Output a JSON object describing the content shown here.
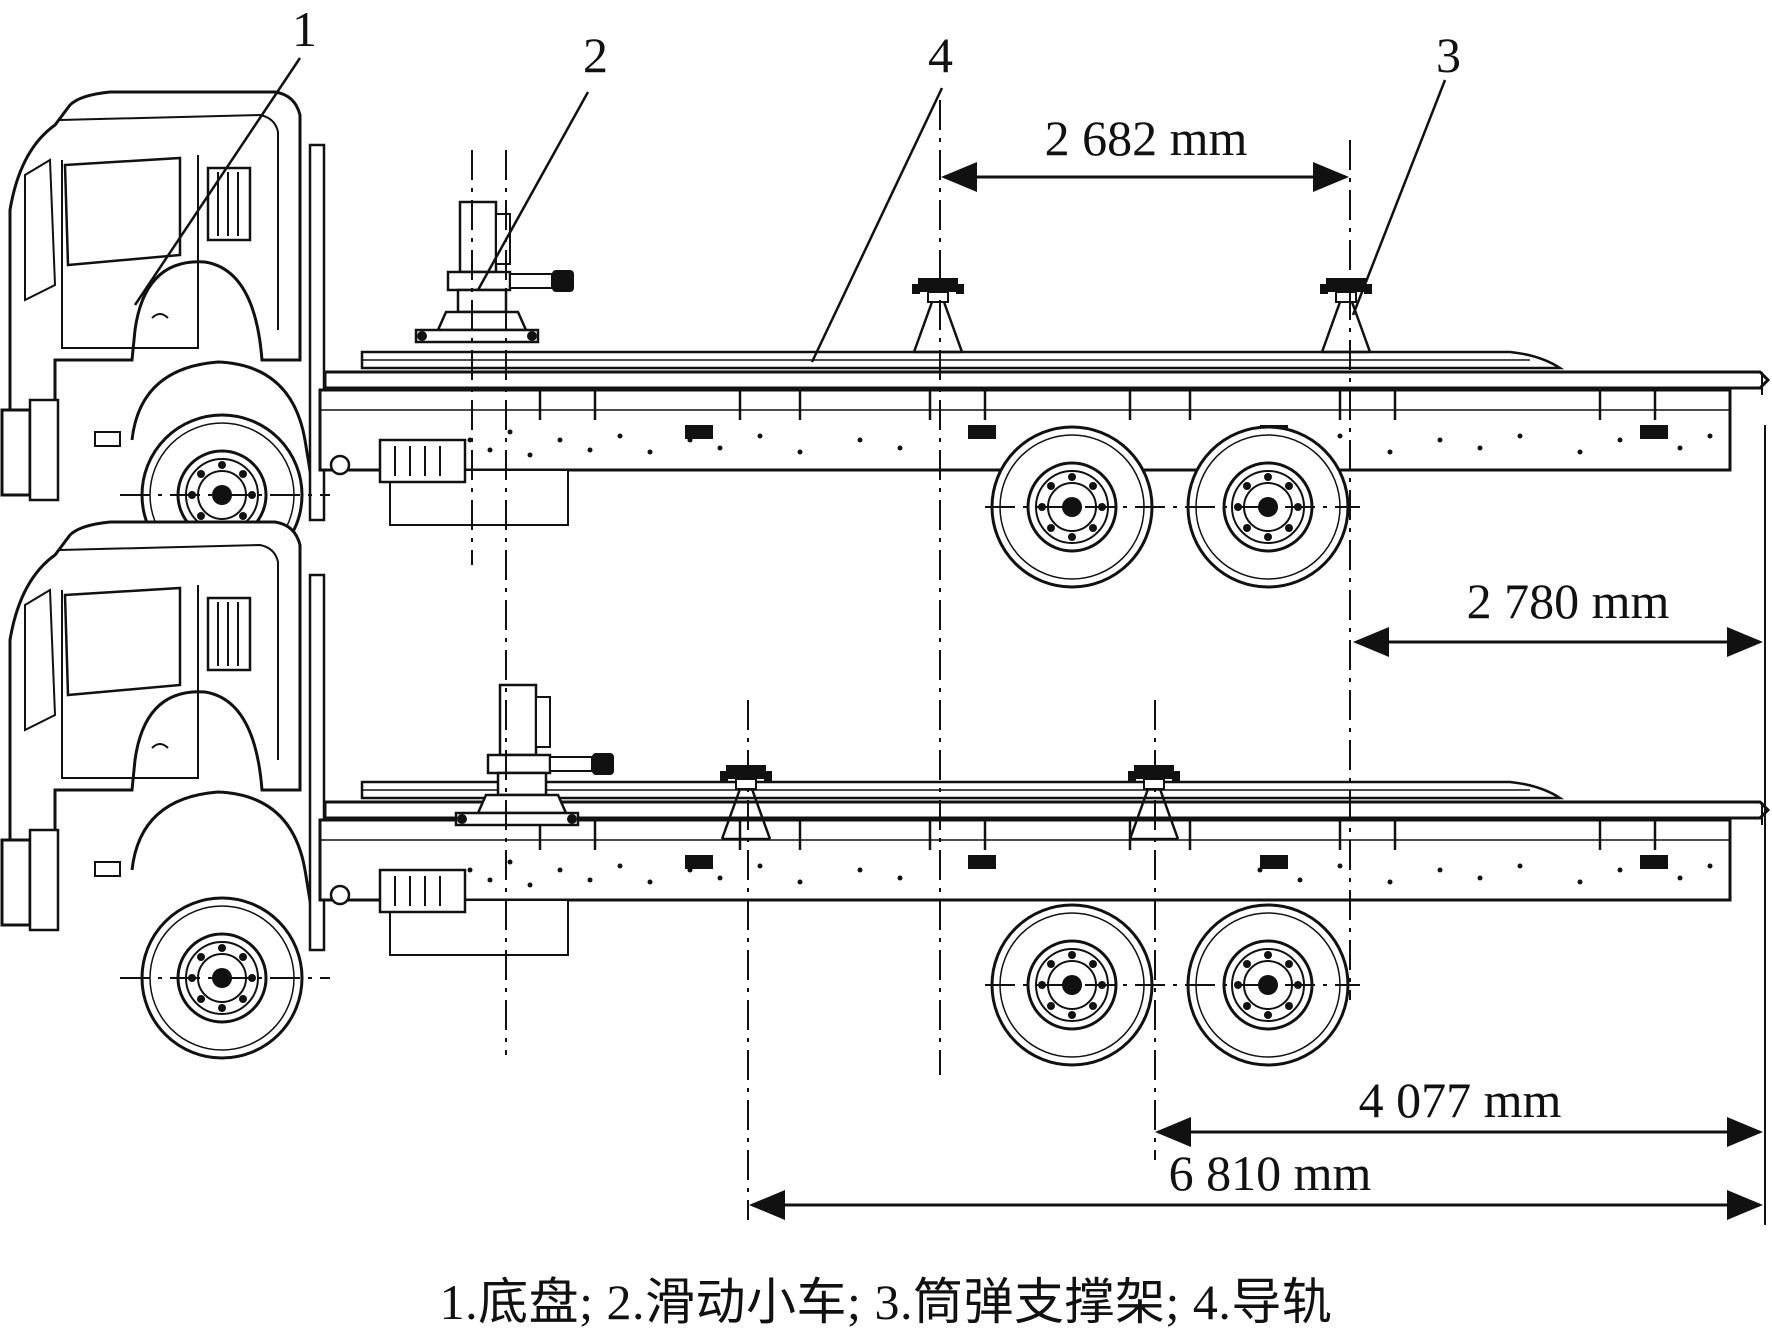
{
  "labels": {
    "chassis": "1",
    "trolley": "2",
    "support": "3",
    "rail": "4"
  },
  "dimensions": {
    "support_spacing": "2 682 mm",
    "rear_support_to_end": "2 780 mm",
    "mid_support_to_end": "4 077 mm",
    "front_support_to_end": "6 810 mm"
  },
  "caption": "1.底盘; 2.滑动小车; 3.筒弹支撑架; 4.导轨",
  "colors": {
    "line": "#111111",
    "background": "#ffffff"
  }
}
